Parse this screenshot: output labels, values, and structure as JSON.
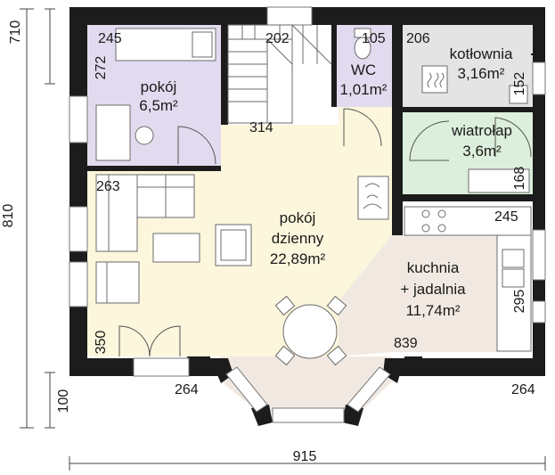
{
  "colors": {
    "wall": "#1c1c1c",
    "pokoj": "#e2dbef",
    "wc": "#e2dbef",
    "kotlownia": "#e4e4e4",
    "wiatrolap": "#dcefdc",
    "dzienny": "#fbf6dc",
    "kuchnia": "#f1e9e1"
  },
  "rooms": {
    "pokoj": {
      "name": "pokój",
      "area": "6,5m²"
    },
    "wc": {
      "name": "WC",
      "area": "1,01m²"
    },
    "kotlownia": {
      "name": "kotłownia",
      "area": "3,16m²"
    },
    "wiatrolap": {
      "name": "wiatrołap",
      "area": "3,6m²"
    },
    "dzienny": {
      "name_1": "pokój",
      "name_2": "dzienny",
      "area": "22,89m²"
    },
    "kuchnia": {
      "name_1": "kuchnia",
      "name_2": "+ jadalnia",
      "area": "11,74m²"
    }
  },
  "dimensions": {
    "left_710": "710",
    "left_810": "810",
    "left_100": "100",
    "bottom_915": "915",
    "pokoj_245": "245",
    "pokoj_272": "272",
    "stairs_202": "202",
    "wc_105": "105",
    "kotlownia_206": "206",
    "kotlownia_152": "152",
    "wiatrolap_168": "168",
    "hall_314": "314",
    "dzienny_263": "263",
    "dzienny_350": "350",
    "kuchnia_245": "245",
    "kuchnia_295": "295",
    "kuchnia_839": "839",
    "bottom_left_264": "264",
    "bottom_right_264": "264"
  },
  "icons": [
    "stairs-icon",
    "toilet-icon",
    "boiler-icon",
    "fireplace-icon",
    "stove-icon",
    "sink-icon",
    "sofa-icon",
    "armchair-icon",
    "dining-table-icon",
    "desk-icon",
    "bed-icon",
    "wardrobe-icon",
    "door-swing-icon"
  ]
}
